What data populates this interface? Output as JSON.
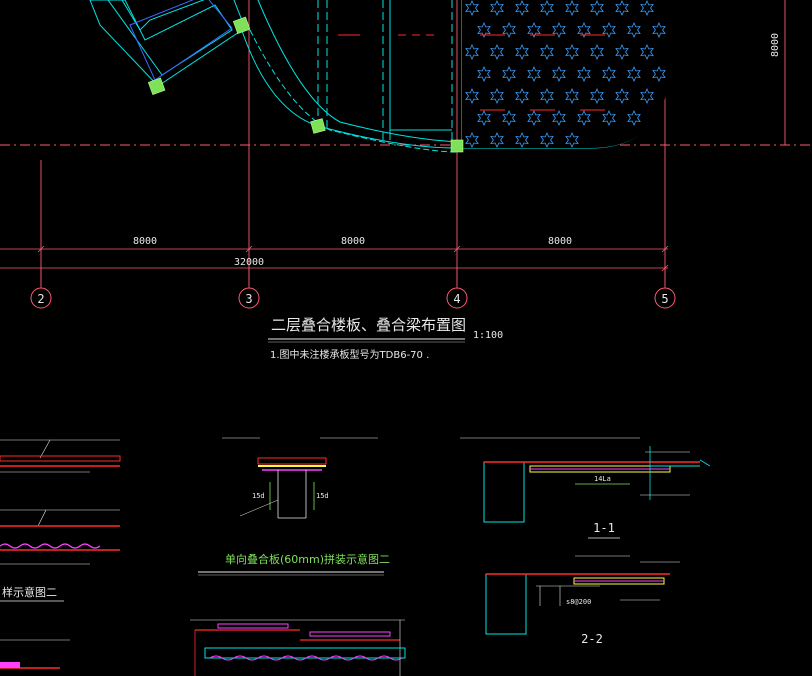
{
  "dimensions": {
    "spans": [
      "8000",
      "8000",
      "8000"
    ],
    "total": "32000",
    "vertical": "8000"
  },
  "axes": [
    "2",
    "3",
    "4",
    "5"
  ],
  "title": {
    "main": "二层叠合楼板、叠合梁布置图",
    "scale": "1:100",
    "note": "1.图中未注楼承板型号为TDB6-70 ."
  },
  "details": {
    "middle_title": "单向叠合板(60mm)拼装示意图二",
    "left_title_fragment": "样示意图二",
    "section_1": "1-1",
    "section_2": "2-2",
    "dim_14": "14La",
    "dim_15": "15d",
    "dim_s200": "s8@200"
  },
  "colors": {
    "background": "#000000",
    "grid": "#ff5a6e",
    "outline": "#00e5e5",
    "panel_pattern": "#3aa0ff",
    "column": "#7fe05a",
    "text": "#e8e8e8",
    "rebar": "#ff2a2a",
    "magenta": "#ff40ff",
    "yellow": "#ffff40"
  }
}
